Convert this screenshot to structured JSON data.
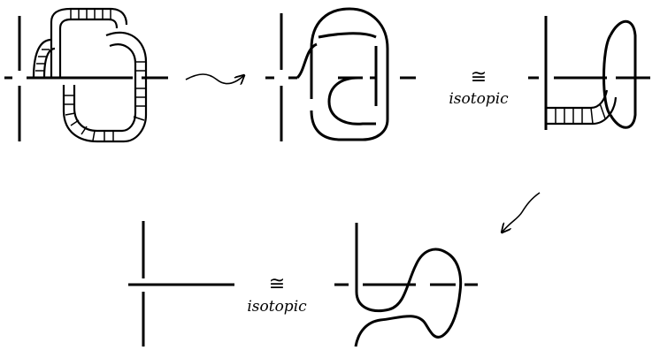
{
  "relations": [
    {
      "symbol": "≅",
      "label": "isotopic"
    },
    {
      "symbol": "≅",
      "label": "isotopic"
    }
  ],
  "arrows": [
    "wavy-arrow",
    "wavy-arrow"
  ]
}
